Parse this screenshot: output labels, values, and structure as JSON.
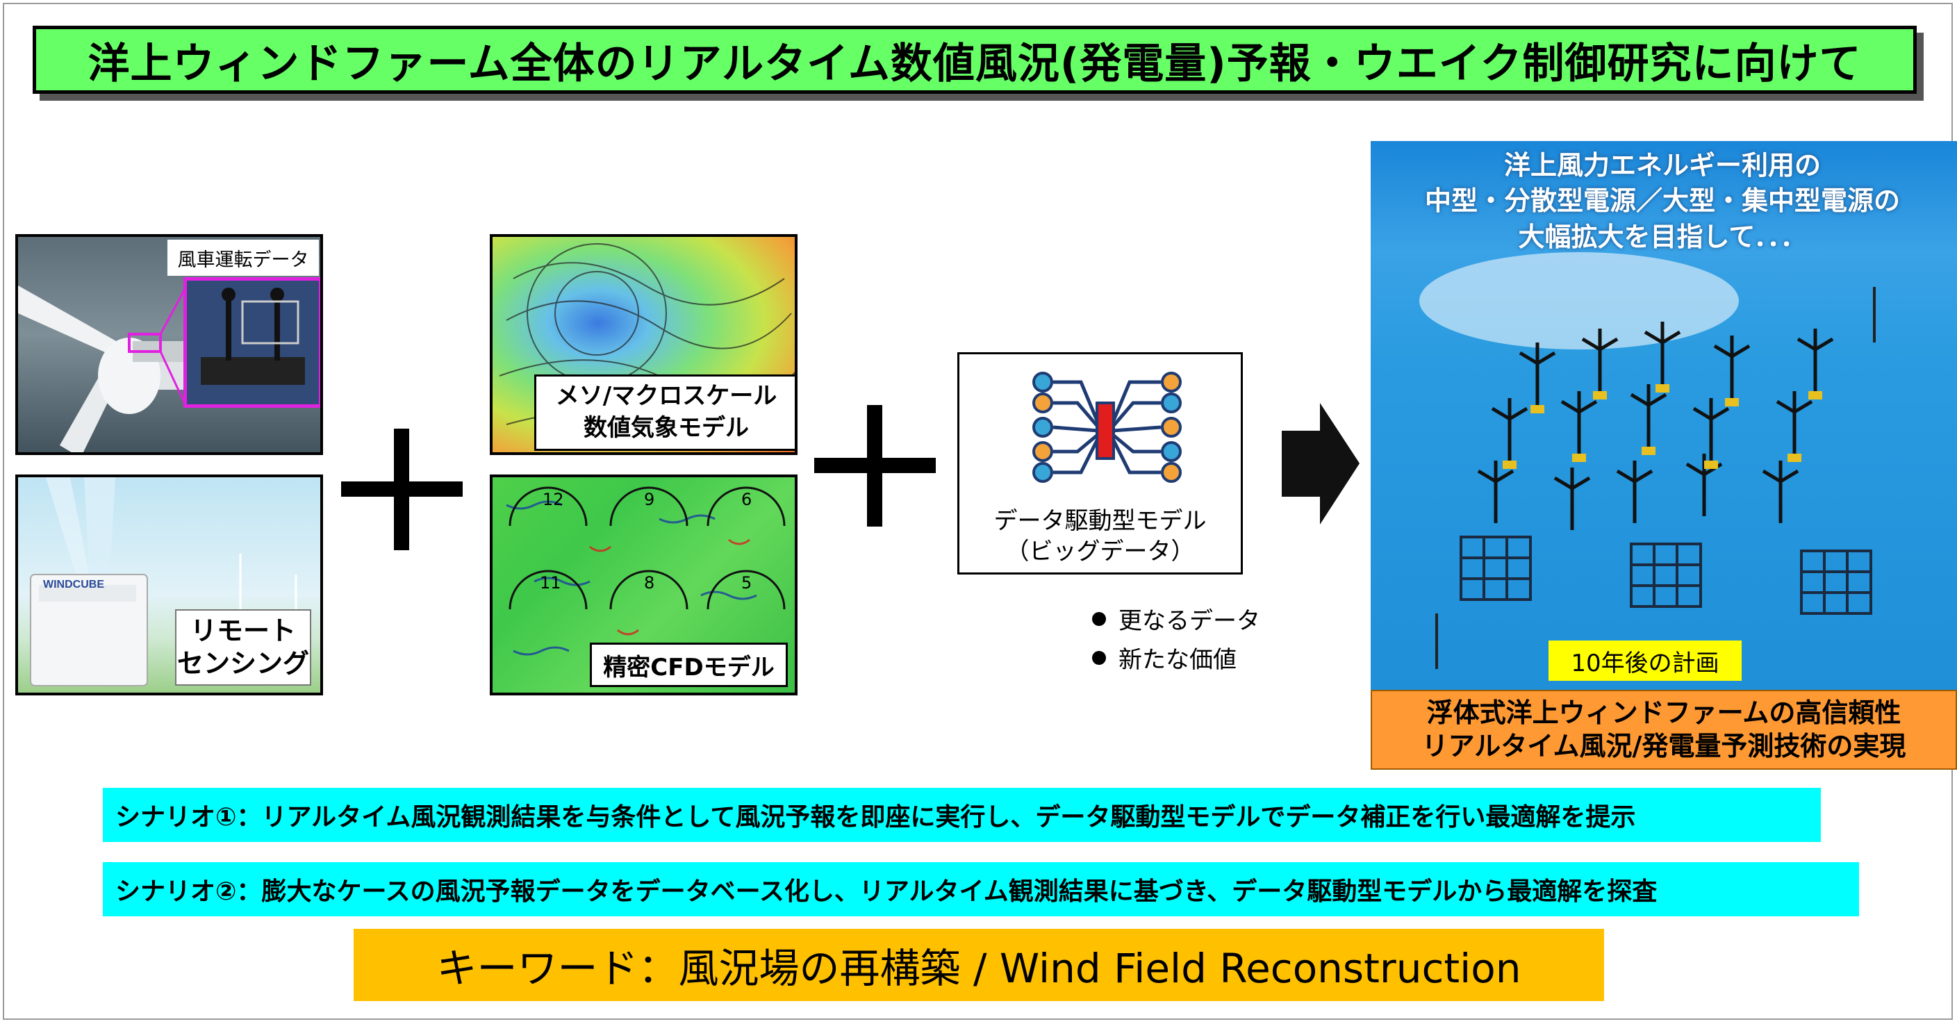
{
  "title": "洋上ウィンドファーム全体のリアルタイム数値風況(発電量)予報・ウエイク制御研究に向けて",
  "inputs": {
    "turbine_data_label": "風車運転データ",
    "remote_sensing_label": [
      "リモート",
      "センシング"
    ],
    "windcube_logo": "WINDCUBE",
    "mesoscale_label": [
      "メソ/マクロスケール",
      "数値気象モデル"
    ],
    "cfd_label": "精密CFDモデル",
    "cfd_gauges": [
      "12",
      "9",
      "6",
      "11",
      "8",
      "5"
    ]
  },
  "data_model": {
    "label": "データ駆動型モデル",
    "sublabel": "（ビッグデータ）"
  },
  "benefits": [
    "更なるデータ",
    "新たな価値"
  ],
  "goal": {
    "vision": [
      "洋上風力エネルギー利用の",
      "中型・分散型電源／大型・集中型電源の",
      "大幅拡大を目指して．．．"
    ],
    "plan_label": "10年後の計画",
    "realization": [
      "浮体式洋上ウィンドファームの高信頼性",
      "リアルタイム風況/発電量予測技術の実現"
    ]
  },
  "scenarios": [
    "シナリオ①：リアルタイム風況観測結果を与条件として風況予報を即座に実行し、データ駆動型モデルでデータ補正を行い最適解を提示",
    "シナリオ②：膨大なケースの風況予報データをデータベース化し、リアルタイム観測結果に基づき、データ駆動型モデルから最適解を探査"
  ],
  "keyword": "キーワード：風況場の再構築 / Wind Field Reconstruction",
  "colors": {
    "title_bg": "#66ff66",
    "scenario_bg": "#00ffff",
    "keyword_bg": "#ffc000",
    "goal_bg": "#ff9933",
    "plan_bg": "#ffff00",
    "sea": "#2a9be0"
  }
}
